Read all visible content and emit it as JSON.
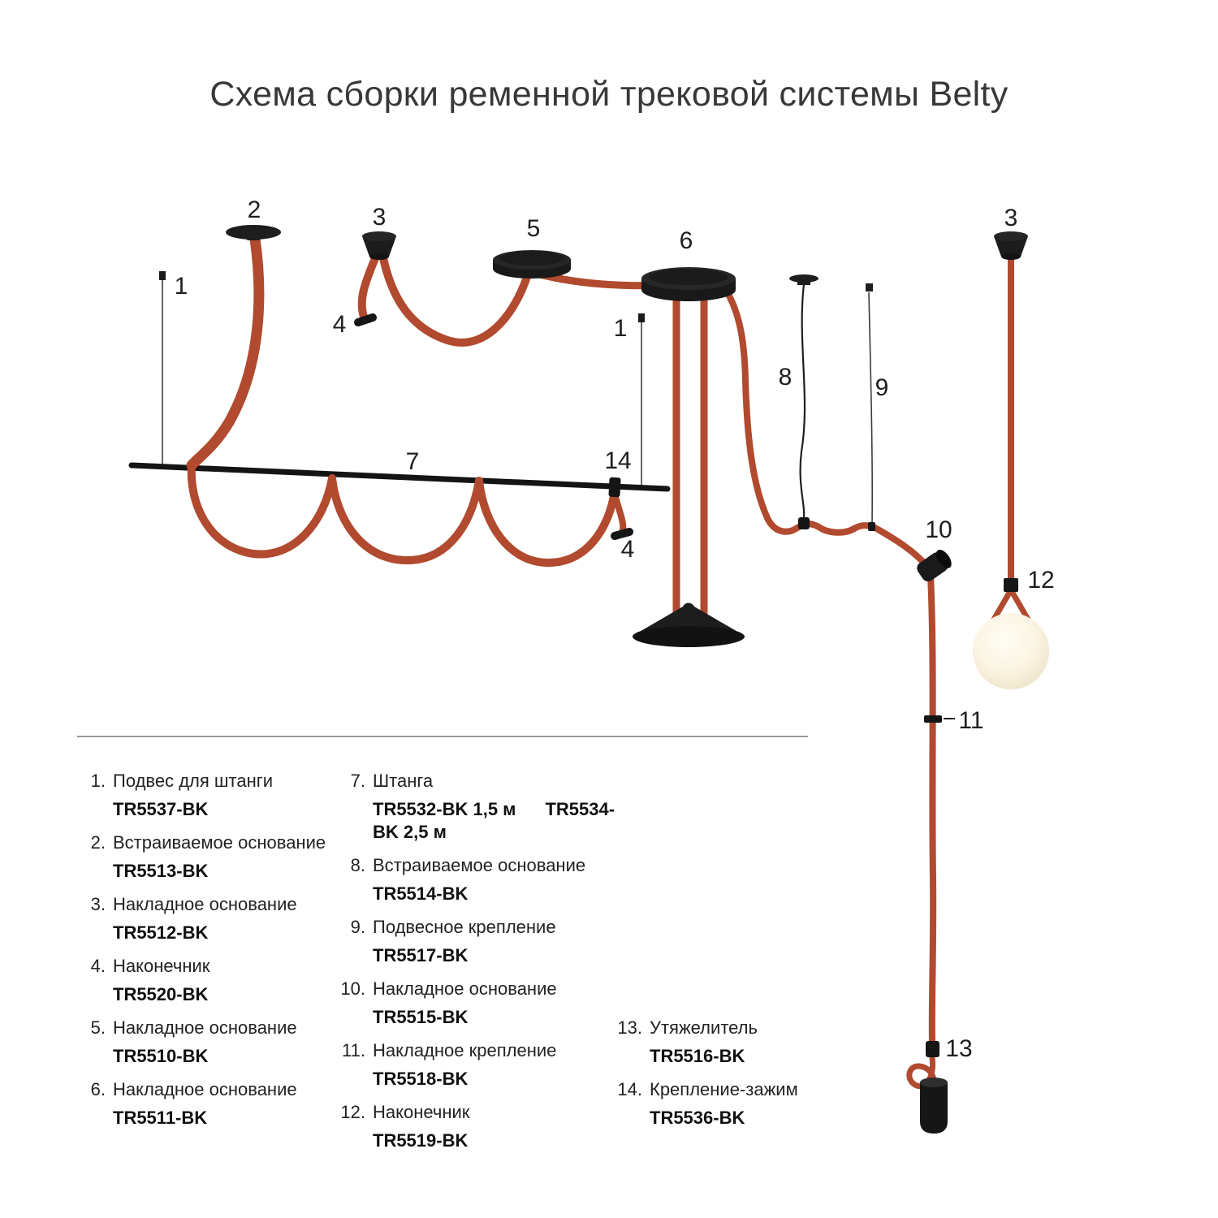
{
  "page": {
    "title": "Схема сборки ременной трековой системы Belty"
  },
  "colors": {
    "belt": "#b14a2e",
    "hardware": "#1a1a1a",
    "sphere": "#f7efdc",
    "title_text": "#383838"
  },
  "diagram": {
    "labels": {
      "hanger_left": "1",
      "recessed_base_2": "2",
      "cone_base_left": "3",
      "tip_left": "4",
      "round_base_5": "5",
      "round_base_6": "6",
      "rod": "7",
      "hanger_right": "1",
      "clamp_14": "14",
      "tip_under_clamp": "4",
      "recessed_base_8": "8",
      "pendant_mount_9": "9",
      "surface_base_10": "10",
      "cone_base_right": "3",
      "tip_12": "12",
      "surface_mount_11": "11",
      "weight_13": "13"
    }
  },
  "legend": {
    "items": [
      {
        "num": "1.",
        "name": "Подвес для штанги",
        "code": "TR5537-BK"
      },
      {
        "num": "2.",
        "name": "Встраиваемое основание",
        "code": "TR5513-BK"
      },
      {
        "num": "3.",
        "name": "Накладное основание",
        "code": "TR5512-BK"
      },
      {
        "num": "4.",
        "name": "Наконечник",
        "code": "TR5520-BK"
      },
      {
        "num": "5.",
        "name": "Накладное основание",
        "code": "TR5510-BK"
      },
      {
        "num": "6.",
        "name": "Накладное основание",
        "code": "TR5511-BK"
      },
      {
        "num": "7.",
        "name": "Штанга",
        "code": "TR5532-BK  1,5 м",
        "code2": "TR5534-BK  2,5 м"
      },
      {
        "num": "8.",
        "name": "Встраиваемое основание",
        "code": "TR5514-BK"
      },
      {
        "num": "9.",
        "name": "Подвесное крепление",
        "code": "TR5517-BK"
      },
      {
        "num": "10.",
        "name": "Накладное основание",
        "code": "TR5515-BK"
      },
      {
        "num": "11.",
        "name": "Накладное крепление",
        "code": "TR5518-BK"
      },
      {
        "num": "12.",
        "name": "Наконечник",
        "code": "TR5519-BK"
      },
      {
        "num": "13.",
        "name": "Утяжелитель",
        "code": "TR5516-BK"
      },
      {
        "num": "14.",
        "name": "Крепление-зажим",
        "code": "TR5536-BK"
      }
    ]
  }
}
